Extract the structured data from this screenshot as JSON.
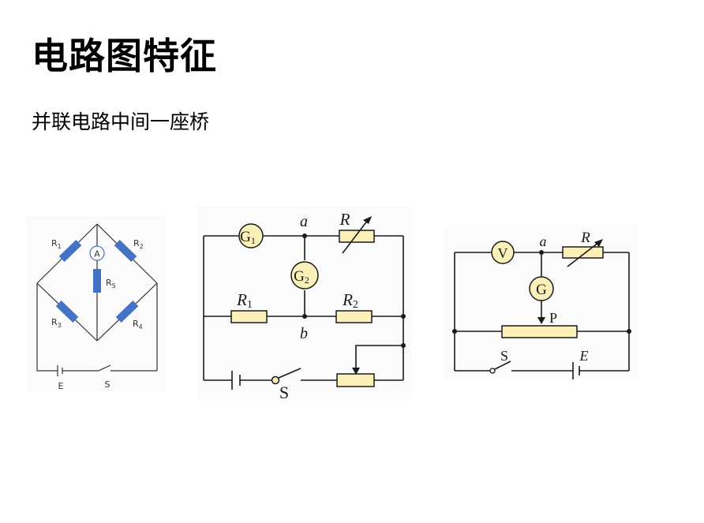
{
  "slide": {
    "title": "电路图特征",
    "subtitle": "并联电路中间一座桥"
  },
  "diagrams": [
    {
      "id": "wheatstone-bridge",
      "style": "blue-resistors",
      "labels": {
        "r1": "R",
        "r1_sub": "1",
        "r2": "R",
        "r2_sub": "2",
        "r3": "R",
        "r3_sub": "3",
        "r4": "R",
        "r4_sub": "4",
        "r5": "R",
        "r5_sub": "5",
        "ammeter": "A",
        "battery": "E",
        "switch": "S"
      },
      "colors": {
        "resistor": "#4472c4",
        "meter_stroke": "#4472c4"
      }
    },
    {
      "id": "galvanometer-bridge",
      "labels": {
        "g1": "G",
        "g1_sub": "1",
        "g2": "G",
        "g2_sub": "2",
        "node_a": "a",
        "node_b": "b",
        "rheostat": "R",
        "r1": "R",
        "r1_sub": "1",
        "r2": "R",
        "r2_sub": "2",
        "switch": "S"
      },
      "colors": {
        "component_fill": "#fbf1b8"
      }
    },
    {
      "id": "potentiometer-bridge",
      "labels": {
        "voltmeter": "V",
        "galvanometer": "G",
        "node_a": "a",
        "rheostat": "R",
        "slider": "P",
        "switch": "S",
        "battery": "E"
      },
      "colors": {
        "component_fill": "#fbf1b8"
      }
    }
  ]
}
